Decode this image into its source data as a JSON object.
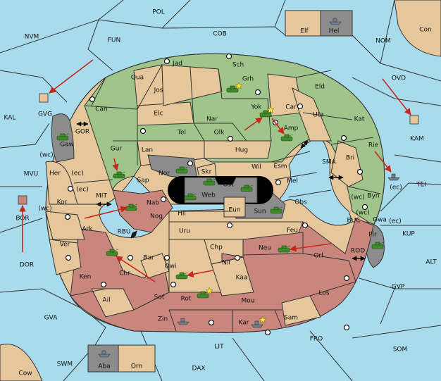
{
  "colors": {
    "sea": "#a8dcec",
    "land_neutral": "#e6c79c",
    "land_green": "#9fc58a",
    "land_red": "#c9867c",
    "land_grey": "#8c8c8c",
    "move_arrow": "#c8281c",
    "black_region": "#000000"
  },
  "provinces": [
    {
      "abbr": "POL",
      "type": "sea"
    },
    {
      "abbr": "NVM",
      "type": "sea"
    },
    {
      "abbr": "FUN",
      "type": "sea"
    },
    {
      "abbr": "COB",
      "type": "sea"
    },
    {
      "abbr": "NOM",
      "type": "sea"
    },
    {
      "abbr": "Con",
      "type": "land"
    },
    {
      "abbr": "Elf",
      "type": "land"
    },
    {
      "abbr": "Hel",
      "type": "land"
    },
    {
      "abbr": "OVD",
      "type": "sea"
    },
    {
      "abbr": "KAM",
      "type": "sea"
    },
    {
      "abbr": "TEI",
      "type": "sea"
    },
    {
      "abbr": "KUP",
      "type": "sea"
    },
    {
      "abbr": "ALT",
      "type": "sea"
    },
    {
      "abbr": "GVP",
      "type": "sea"
    },
    {
      "abbr": "SOM",
      "type": "sea"
    },
    {
      "abbr": "FRO",
      "type": "sea"
    },
    {
      "abbr": "DAX",
      "type": "sea"
    },
    {
      "abbr": "LIT",
      "type": "sea"
    },
    {
      "abbr": "SWM",
      "type": "sea"
    },
    {
      "abbr": "GVA",
      "type": "sea"
    },
    {
      "abbr": "DOR",
      "type": "sea"
    },
    {
      "abbr": "BOR",
      "type": "sea"
    },
    {
      "abbr": "MVU",
      "type": "sea"
    },
    {
      "abbr": "KAL",
      "type": "sea"
    },
    {
      "abbr": "GVG",
      "type": "sea"
    },
    {
      "abbr": "GOR",
      "type": "sea"
    },
    {
      "abbr": "MIT",
      "type": "sea"
    },
    {
      "abbr": "RBU",
      "type": "sea"
    },
    {
      "abbr": "SMA",
      "type": "sea"
    },
    {
      "abbr": "BUC",
      "type": "sea"
    },
    {
      "abbr": "ROD",
      "type": "sea"
    },
    {
      "abbr": "Cow",
      "type": "land"
    },
    {
      "abbr": "Aba",
      "type": "land"
    },
    {
      "abbr": "Orn",
      "type": "land"
    },
    {
      "abbr": "Jad",
      "type": "land"
    },
    {
      "abbr": "Sch",
      "type": "land"
    },
    {
      "abbr": "Qua",
      "type": "land"
    },
    {
      "abbr": "Grh",
      "type": "land"
    },
    {
      "abbr": "Jos",
      "type": "land"
    },
    {
      "abbr": "Eld",
      "type": "land"
    },
    {
      "abbr": "Can",
      "type": "land"
    },
    {
      "abbr": "Yok",
      "type": "land"
    },
    {
      "abbr": "Car",
      "type": "land"
    },
    {
      "abbr": "Uta",
      "type": "land"
    },
    {
      "abbr": "Elc",
      "type": "land"
    },
    {
      "abbr": "Nar",
      "type": "land"
    },
    {
      "abbr": "Kat",
      "type": "land"
    },
    {
      "abbr": "Amp",
      "type": "land"
    },
    {
      "abbr": "Tel",
      "type": "land"
    },
    {
      "abbr": "Olk",
      "type": "land"
    },
    {
      "abbr": "Gaw",
      "type": "land"
    },
    {
      "abbr": "Gur",
      "type": "land"
    },
    {
      "abbr": "Lan",
      "type": "land"
    },
    {
      "abbr": "Hug",
      "type": "land"
    },
    {
      "abbr": "Rie",
      "type": "land"
    },
    {
      "abbr": "Bri",
      "type": "land"
    },
    {
      "abbr": "Wil",
      "type": "land"
    },
    {
      "abbr": "Esm",
      "type": "land"
    },
    {
      "abbr": "Nor",
      "type": "land"
    },
    {
      "abbr": "Skr",
      "type": "land"
    },
    {
      "abbr": "Her",
      "type": "land"
    },
    {
      "abbr": "Sap",
      "type": "land"
    },
    {
      "abbr": "Ost",
      "type": "land"
    },
    {
      "abbr": "Mel",
      "type": "land"
    },
    {
      "abbr": "Byn",
      "type": "land"
    },
    {
      "abbr": "Web",
      "type": "land"
    },
    {
      "abbr": "Kor",
      "type": "land"
    },
    {
      "abbr": "Nab",
      "type": "land"
    },
    {
      "abbr": "Obs",
      "type": "land"
    },
    {
      "abbr": "Hil",
      "type": "land"
    },
    {
      "abbr": "Eun",
      "type": "land"
    },
    {
      "abbr": "Sun",
      "type": "land"
    },
    {
      "abbr": "Gwa",
      "type": "land"
    },
    {
      "abbr": "Ark",
      "type": "land"
    },
    {
      "abbr": "Nog",
      "type": "land"
    },
    {
      "abbr": "Uru",
      "type": "land"
    },
    {
      "abbr": "Feu",
      "type": "land"
    },
    {
      "abbr": "Pir",
      "type": "land"
    },
    {
      "abbr": "Ver",
      "type": "land"
    },
    {
      "abbr": "Chp",
      "type": "land"
    },
    {
      "abbr": "Neu",
      "type": "land"
    },
    {
      "abbr": "Bar",
      "type": "land"
    },
    {
      "abbr": "Orl",
      "type": "land"
    },
    {
      "abbr": "Chr",
      "type": "land"
    },
    {
      "abbr": "Qwi",
      "type": "land"
    },
    {
      "abbr": "Nil",
      "type": "land"
    },
    {
      "abbr": "Ken",
      "type": "land"
    },
    {
      "abbr": "Kaa",
      "type": "land"
    },
    {
      "abbr": "Ail",
      "type": "land"
    },
    {
      "abbr": "Sot",
      "type": "land"
    },
    {
      "abbr": "Rot",
      "type": "land"
    },
    {
      "abbr": "Mou",
      "type": "land"
    },
    {
      "abbr": "Los",
      "type": "land"
    },
    {
      "abbr": "Zin",
      "type": "land"
    },
    {
      "abbr": "Kar",
      "type": "land"
    },
    {
      "abbr": "Sam",
      "type": "land"
    }
  ],
  "coast_labels": [
    "(wc)",
    "(ec)",
    "(ec)",
    "(wc)",
    "(wc)",
    "(ec)",
    "(wc)",
    "(ec)"
  ],
  "units": [
    {
      "kind": "army",
      "at": "Grh",
      "star": true
    },
    {
      "kind": "army",
      "at": "Yok",
      "star": true
    },
    {
      "kind": "army",
      "at": "Amp"
    },
    {
      "kind": "army",
      "at": "Gaw"
    },
    {
      "kind": "army",
      "at": "Sap"
    },
    {
      "kind": "army",
      "at": "Nor"
    },
    {
      "kind": "army",
      "at": "Skr"
    },
    {
      "kind": "army",
      "at": "Web"
    },
    {
      "kind": "army",
      "at": "Ost"
    },
    {
      "kind": "army",
      "at": "Nab"
    },
    {
      "kind": "army",
      "at": "Sun"
    },
    {
      "kind": "army",
      "at": "Chr"
    },
    {
      "kind": "army",
      "at": "Qwi"
    },
    {
      "kind": "army",
      "at": "Rot",
      "star": true
    },
    {
      "kind": "army",
      "at": "Neu"
    },
    {
      "kind": "army",
      "at": "Pir"
    },
    {
      "kind": "fleet",
      "at": "Hel"
    },
    {
      "kind": "fleet",
      "at": "Aba"
    },
    {
      "kind": "fleet",
      "at": "Zin"
    },
    {
      "kind": "fleet",
      "at": "Kar",
      "star": true
    },
    {
      "kind": "fleet",
      "at": "Rie"
    },
    {
      "kind": "fleet",
      "at": "KAM"
    },
    {
      "kind": "fleet",
      "at": "GVG"
    },
    {
      "kind": "fleet",
      "at": "BOR"
    }
  ]
}
